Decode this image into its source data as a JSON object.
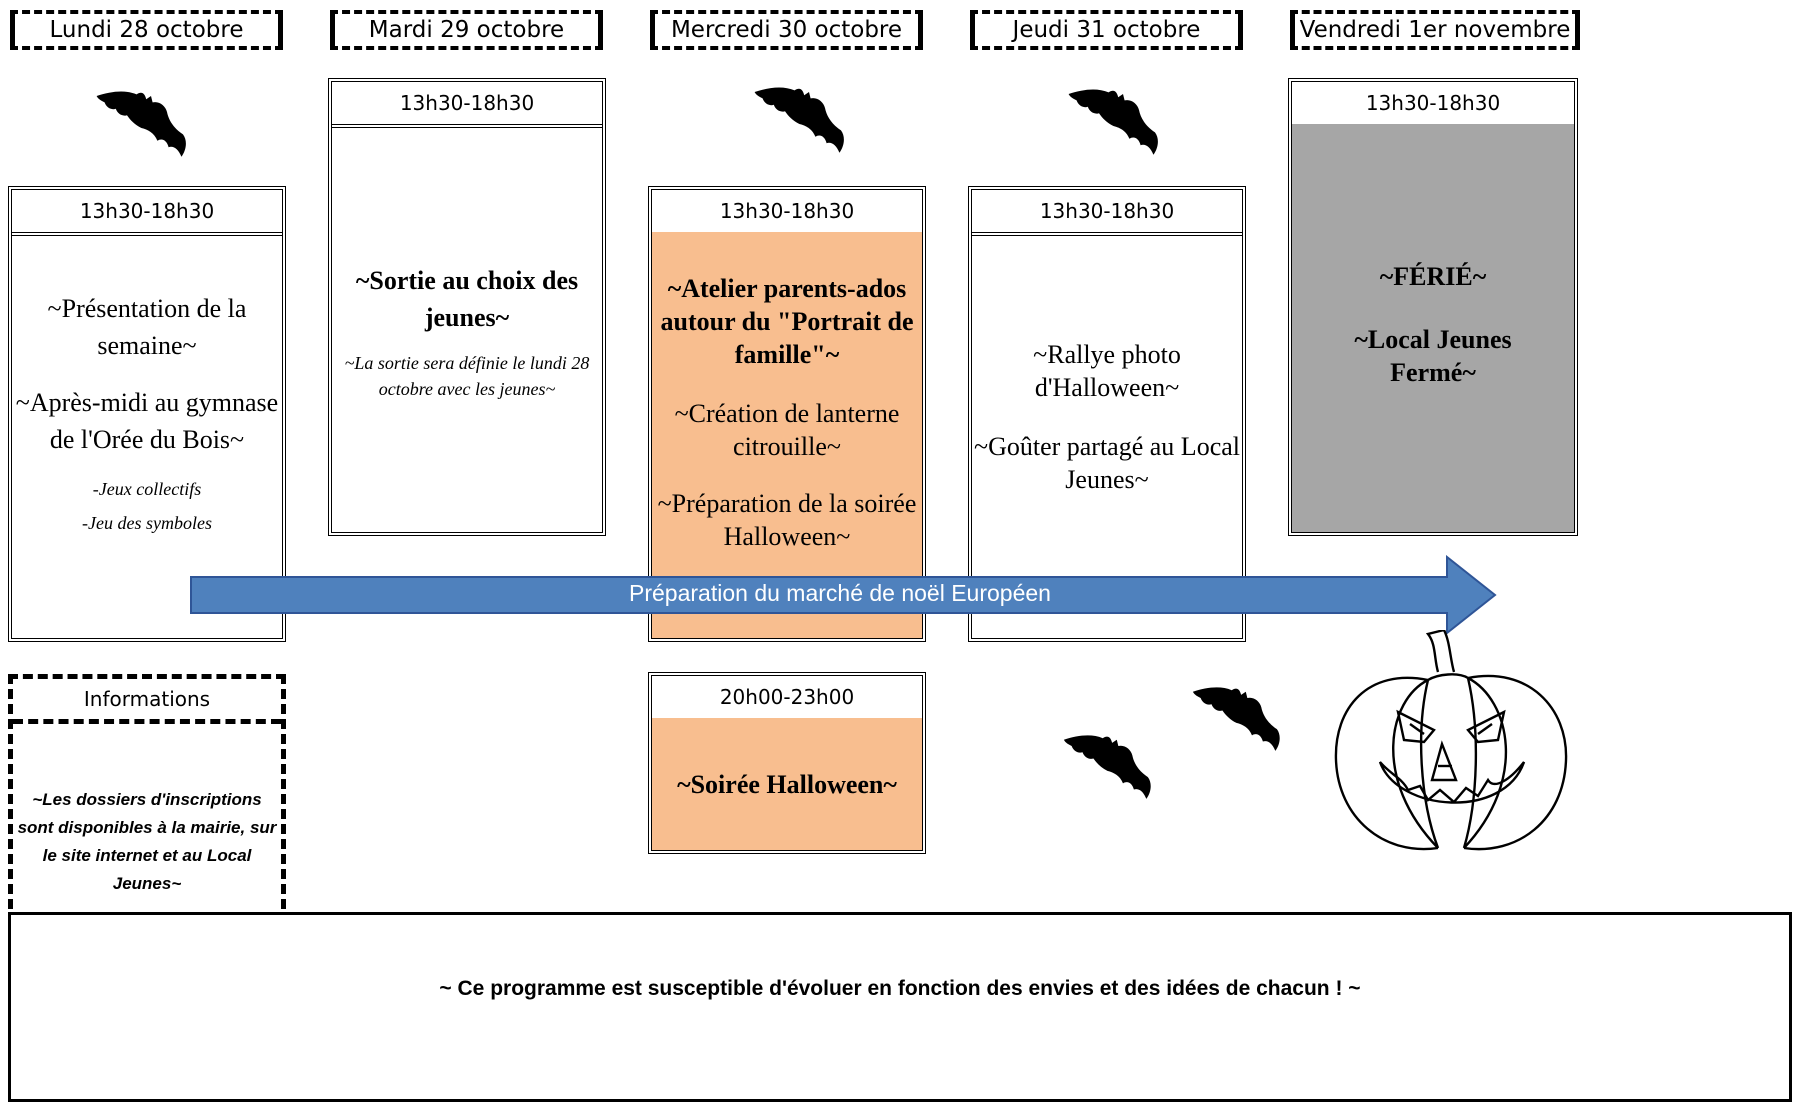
{
  "days": [
    {
      "label": "Lundi 28 octobre"
    },
    {
      "label": "Mardi 29 octobre"
    },
    {
      "label": "Mercredi 30 octobre"
    },
    {
      "label": "Jeudi 31 octobre"
    },
    {
      "label": "Vendredi 1er novembre"
    }
  ],
  "monday": {
    "time": "13h30-18h30",
    "line1": "~Présentation de la semaine~",
    "line2": "~Après-midi au gymnase de l'Orée du Bois~",
    "sub1": "-Jeux collectifs",
    "sub2": "-Jeu des symboles"
  },
  "tuesday": {
    "time": "13h30-18h30",
    "title": "~Sortie au choix des jeunes~",
    "note": "~La sortie sera définie le lundi 28 octobre avec les jeunes~"
  },
  "wednesday": {
    "time": "13h30-18h30",
    "title": "~Atelier parents-ados autour du \"Portrait de famille\"~",
    "line2": "~Création de lanterne citrouille~",
    "line3": "~Préparation de la soirée Halloween~"
  },
  "wednesday_evening": {
    "time": "20h00-23h00",
    "title": "~Soirée Halloween~"
  },
  "thursday": {
    "time": "13h30-18h30",
    "line1": "~Rallye photo d'Halloween~",
    "line2": "~Goûter partagé au Local Jeunes~"
  },
  "friday": {
    "time": "13h30-18h30",
    "line1": "~FÉRIÉ~",
    "line2": "~Local Jeunes Fermé~"
  },
  "arrow": {
    "label": "Préparation du marché de noël Européen"
  },
  "info": {
    "title": "Informations",
    "text": "~Les dossiers d'inscriptions sont disponibles à la mairie, sur le site internet et au Local Jeunes~"
  },
  "footer": {
    "text": "~ Ce programme est susceptible d'évoluer en fonction des envies et des idées de chacun ! ~"
  },
  "colors": {
    "orange": "#f8be8f",
    "grey": "#a6a6a6",
    "arrow": "#4f81bd",
    "arrow_border": "#2f5597"
  },
  "icons": [
    "bat-icon",
    "pumpkin-icon"
  ]
}
